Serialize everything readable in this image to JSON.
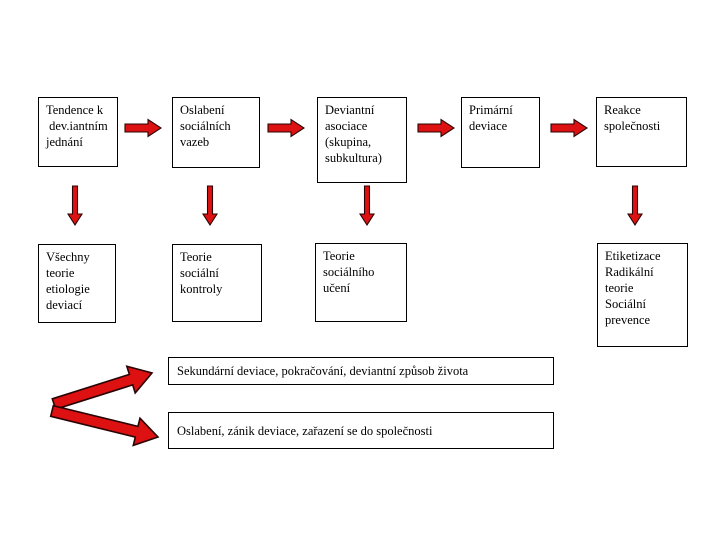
{
  "slide": {
    "background_color": "#ffffff",
    "description": "Flow diagram of deviance theories (Czech)"
  },
  "colors": {
    "arrow_fill": "#dd1111",
    "arrow_outline": "#2a0404",
    "box_border": "#000000",
    "text": "#000000"
  },
  "diagram": {
    "top_row": [
      {
        "id": "tendence",
        "label": "Tendence k\n dev.iantním\njednání"
      },
      {
        "id": "oslabeni-vazeb",
        "label": "Oslabení\nsociálních\nvazeb"
      },
      {
        "id": "deviantni-asociace",
        "label": "Deviantní\nasociace\n(skupina,\nsubkultura)"
      },
      {
        "id": "primarni-deviace",
        "label": "Primární\ndeviace"
      },
      {
        "id": "reakce-spolecnosti",
        "label": "Reakce\nspolečnosti"
      }
    ],
    "second_row": [
      {
        "id": "vsechny-teorie",
        "label": "Všechny\nteorie\netiologie\ndeviací"
      },
      {
        "id": "teorie-socialni-kontroly",
        "label": "Teorie\nsociální\nkontroly"
      },
      {
        "id": "teorie-socialniho-uceni",
        "label": "Teorie\nsociálního\nučení"
      },
      {
        "id": "etiketizace",
        "label": "Etiketizace\nRadikální\nteorie\nSociální\nprevence"
      }
    ],
    "outcome_row": [
      {
        "id": "sekundarni-deviace",
        "label": "Sekundární deviace, pokračování, deviantní způsob života"
      },
      {
        "id": "oslabeni-zanik",
        "label": "Oslabení, zánik deviace, zařazení se do společnosti"
      }
    ],
    "connectors": [
      {
        "icon": "right-arrow-icon",
        "from": "tendence",
        "to": "oslabeni-vazeb"
      },
      {
        "icon": "right-arrow-icon",
        "from": "oslabeni-vazeb",
        "to": "deviantni-asociace"
      },
      {
        "icon": "right-arrow-icon",
        "from": "deviantni-asociace",
        "to": "primarni-deviace"
      },
      {
        "icon": "right-arrow-icon",
        "from": "primarni-deviace",
        "to": "reakce-spolecnosti"
      },
      {
        "icon": "down-arrow-icon",
        "from": "tendence",
        "to": "vsechny-teorie"
      },
      {
        "icon": "down-arrow-icon",
        "from": "oslabeni-vazeb",
        "to": "teorie-socialni-kontroly"
      },
      {
        "icon": "down-arrow-icon",
        "from": "deviantni-asociace",
        "to": "teorie-socialniho-uceni"
      },
      {
        "icon": "down-arrow-icon",
        "from": "reakce-spolecnosti",
        "to": "etiketizace"
      },
      {
        "icon": "branch-arrow-up-icon",
        "from": "",
        "to": "sekundarni-deviace"
      },
      {
        "icon": "branch-arrow-down-icon",
        "from": "",
        "to": "oslabeni-zanik"
      }
    ]
  }
}
